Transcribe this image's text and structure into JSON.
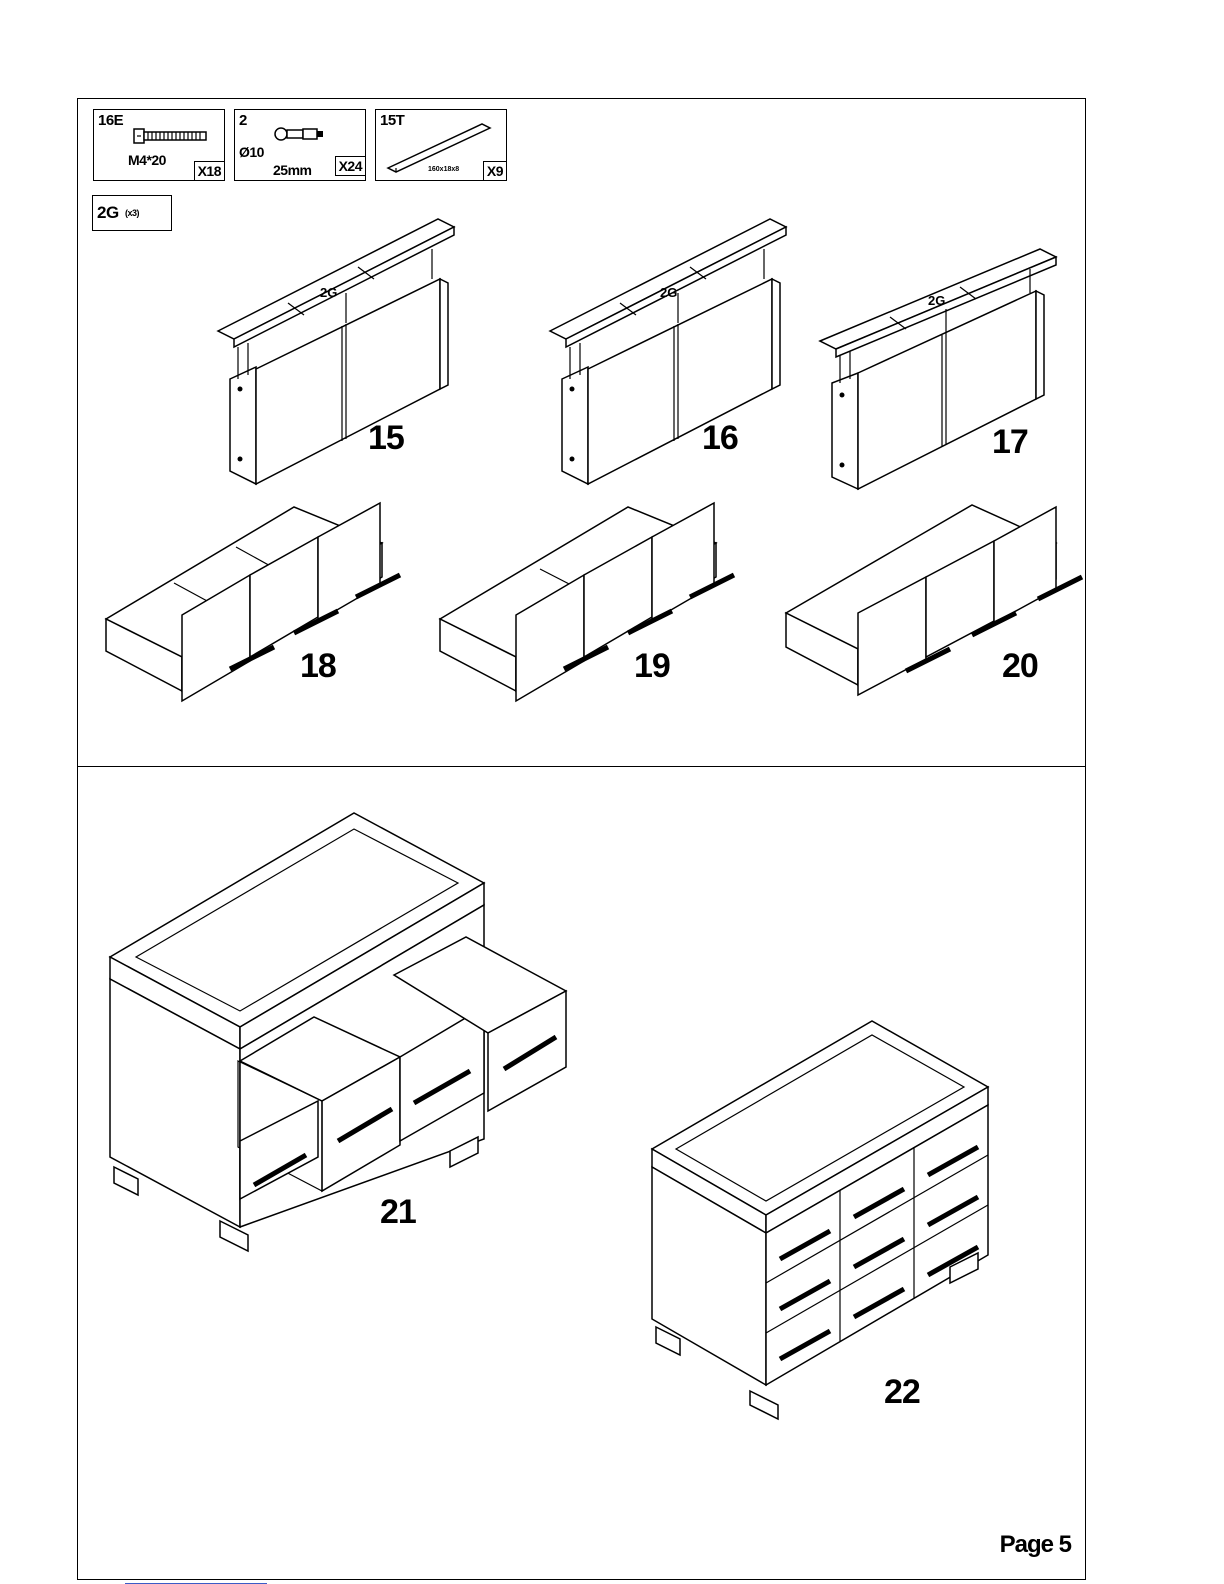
{
  "hardware": [
    {
      "id": "16E",
      "spec": "M4*20",
      "qty": "X18",
      "icon": "screw-icon"
    },
    {
      "id": "2",
      "spec_diameter": "Ø10",
      "spec_length": "25mm",
      "qty": "X24",
      "icon": "cam-bolt-icon"
    },
    {
      "id": "15T",
      "spec": "160x18x8",
      "qty": "X9",
      "icon": "drawer-slide-strip-icon"
    }
  ],
  "part_callout": {
    "id": "2G",
    "count": "(x3)"
  },
  "panel_label": "2G",
  "steps": {
    "s15": "15",
    "s16": "16",
    "s17": "17",
    "s18": "18",
    "s19": "19",
    "s20": "20",
    "s21": "21",
    "s22": "22"
  },
  "page": "Page 5"
}
